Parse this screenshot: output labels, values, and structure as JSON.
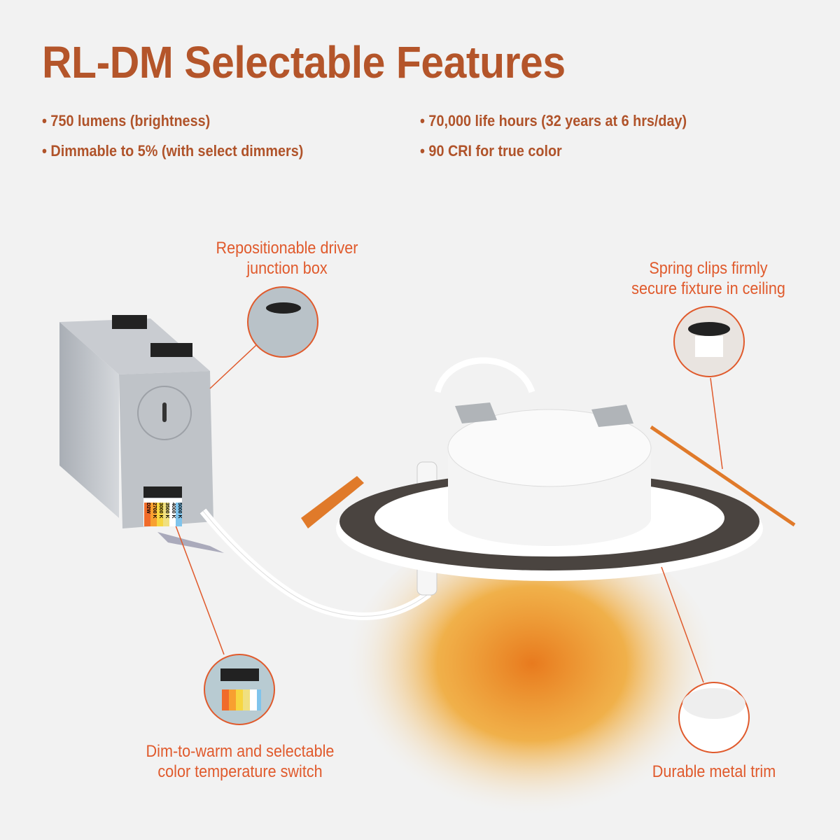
{
  "title": "RL-DM Selectable Features",
  "bullets": [
    "• 750 lumens (brightness)",
    "• Dimmable to 5% (with select dimmers)",
    "• 70,000 life hours (32 years at 6 hrs/day)",
    "• 90 CRI for true color"
  ],
  "callouts": {
    "junction_box": [
      "Repositionable driver",
      "junction box"
    ],
    "spring_clips": [
      "Spring clips firmly",
      "secure fixture in ceiling"
    ],
    "switch": [
      "Dim-to-warm and selectable",
      "color temperature switch"
    ],
    "trim": "Durable metal trim"
  },
  "switch_labels": [
    "D2W",
    "2700 K",
    "3000 K",
    "3500 K",
    "4000 K",
    "5000 K"
  ],
  "colors": {
    "title": "#b4552a",
    "callout": "#e05a2c",
    "background": "#f2f2f2"
  }
}
